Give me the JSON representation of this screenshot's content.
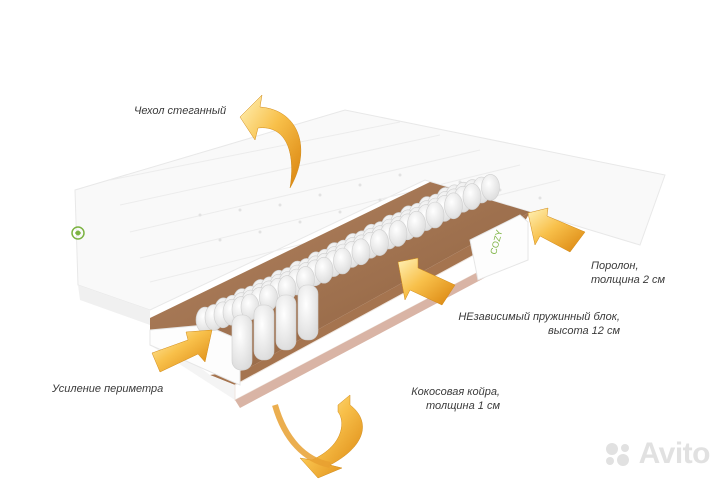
{
  "labels": {
    "cover": "Чехол стеганный",
    "foam_line1": "Поролон,",
    "foam_line2": "толщина 2 см",
    "springs_line1": "НЕзависимый пружинный блок,",
    "springs_line2": "высота 12 см",
    "perimeter": "Усиление периметра",
    "coir_line1": "Кокосовая койра,",
    "coir_line2": "толщина 1 см"
  },
  "brand_logo_text": "COZY",
  "watermark": {
    "text": "Avito",
    "icon": "avito-dots-icon"
  },
  "colors": {
    "arrow": "#f2a324",
    "coir": "#9a6a45",
    "cover": "#fbfbfb"
  }
}
